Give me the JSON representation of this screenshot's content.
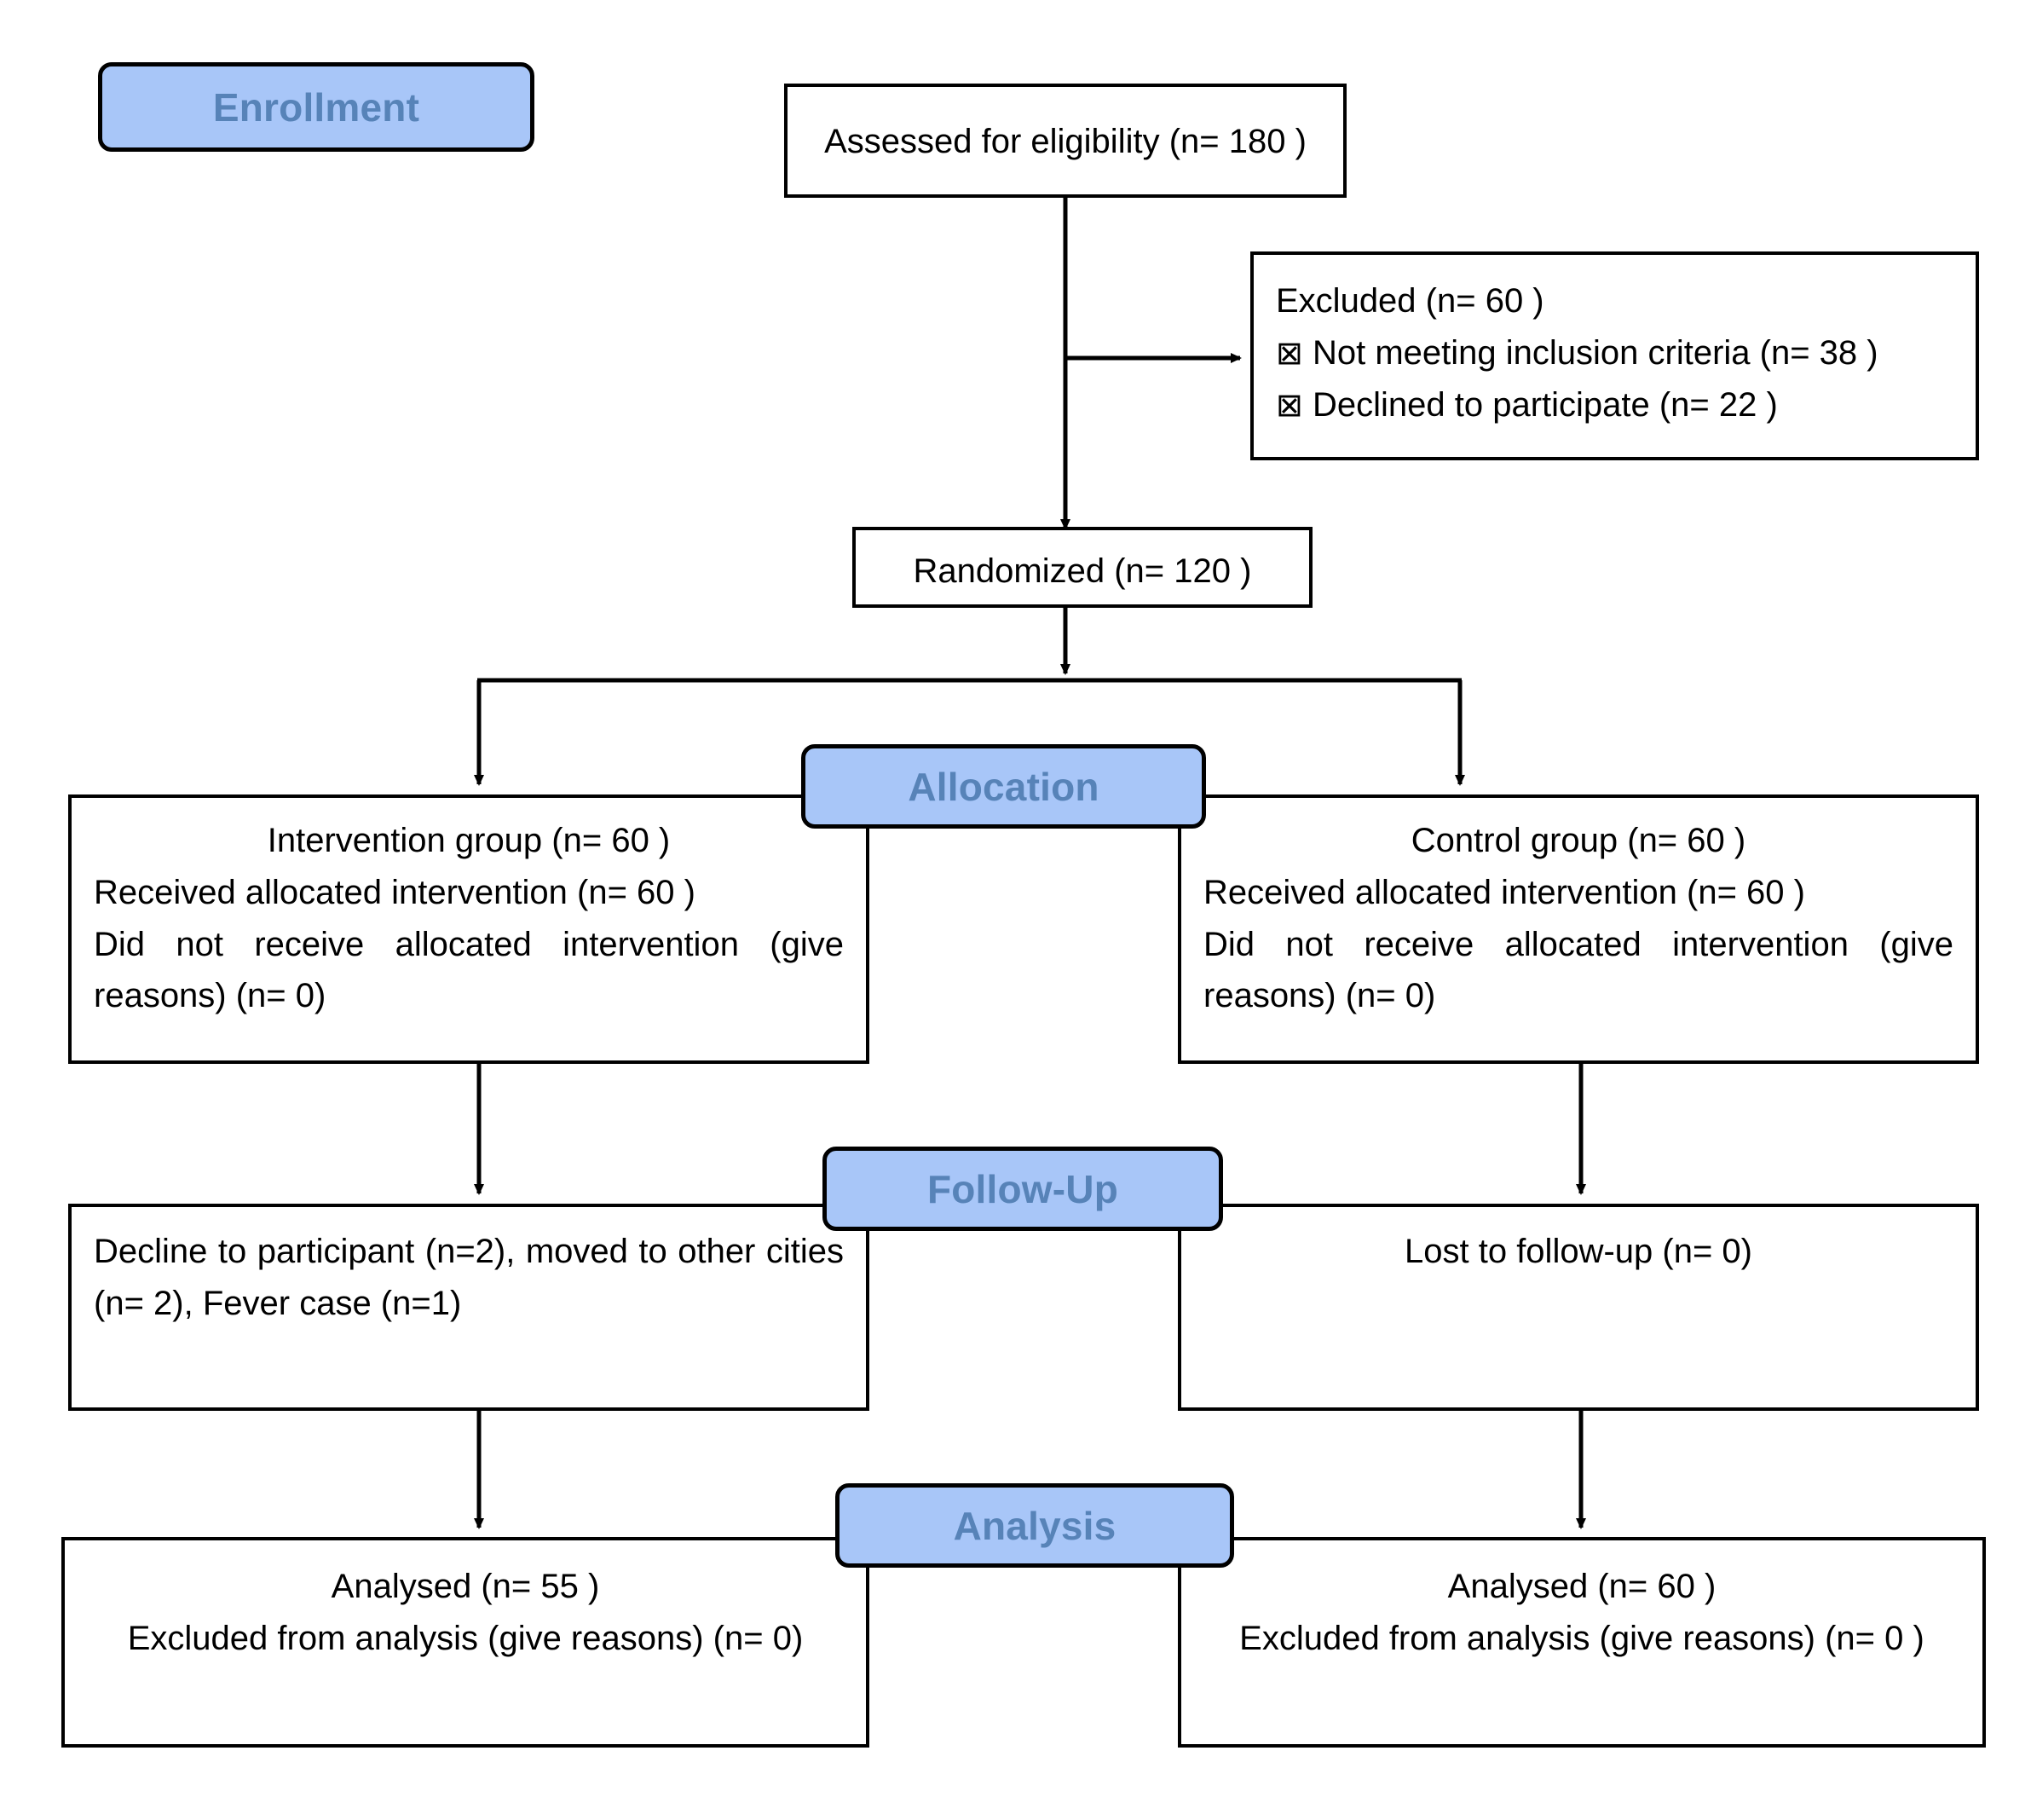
{
  "diagram": {
    "title": "CONSORT participant flow diagram",
    "colors": {
      "pill_fill": "#a8c6f8",
      "pill_text": "#5783b8",
      "stroke": "#000000",
      "box_fill": "#ffffff"
    }
  },
  "stages": {
    "enrollment": "Enrollment",
    "allocation": "Allocation",
    "followup": "Follow-Up",
    "analysis": "Analysis"
  },
  "nodes": {
    "assessed": {
      "text": "Assessed for eligibility (n= 180 )"
    },
    "excluded": {
      "heading": "Excluded  (n= 60 )",
      "bullet_glyph": "⊠",
      "items": [
        "Not meeting inclusion criteria (n= 38 )",
        "Declined to participate (n= 22 )"
      ]
    },
    "randomized": {
      "text": "Randomized (n= 120 )"
    },
    "allocation_left": {
      "line1": "Intervention group (n= 60 )",
      "line2": "Received allocated intervention (n= 60 )",
      "line3": "Did not receive allocated intervention (give reasons) (n= 0)"
    },
    "allocation_right": {
      "line1": "Control group (n= 60 )",
      "line2": "Received allocated intervention (n= 60 )",
      "line3": "Did not receive allocated intervention (give reasons) (n= 0)"
    },
    "followup_left": {
      "text": "Decline to participant (n=2), moved to other cities (n= 2), Fever case (n=1)"
    },
    "followup_right": {
      "text": "Lost to follow-up (n= 0)"
    },
    "analysis_left": {
      "line1": "Analysed  (n= 55 )",
      "line2": "Excluded from analysis (give reasons) (n= 0)"
    },
    "analysis_right": {
      "line1": "Analysed  (n= 60 )",
      "line2": "Excluded from analysis (give reasons) (n= 0 )"
    }
  }
}
